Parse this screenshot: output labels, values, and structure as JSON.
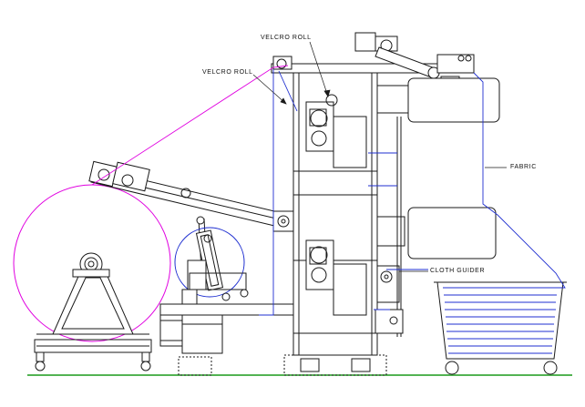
{
  "labels": {
    "velcro_roll_top": "VELCRO ROLL",
    "velcro_roll_left": "VELCRO ROLL",
    "fabric": "FABRIC",
    "cloth_guider": "CLOTH GUIDER"
  },
  "colors": {
    "line": "#1a1a1a",
    "fabric_path": "#1f2fd0",
    "velcro_path": "#e000e0",
    "ground": "#1a9a1a"
  }
}
